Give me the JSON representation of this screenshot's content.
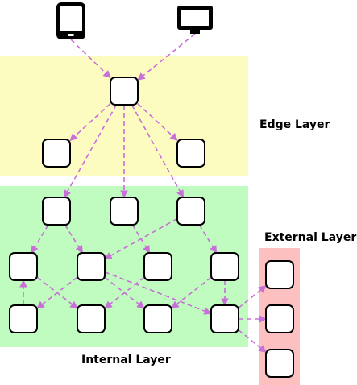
{
  "layers": {
    "edge": {
      "label": "Edge Layer",
      "color": "#fcfcc0"
    },
    "internal": {
      "label": "Internal Layer",
      "color": "#c0fcc0"
    },
    "external": {
      "label": "External Layer",
      "color": "#fcc0c0"
    }
  },
  "colors": {
    "node_fill": "#ffffff",
    "node_stroke": "#000000",
    "arrow": "#c870d8",
    "device": "#000000"
  },
  "devices": [
    {
      "id": "phone",
      "icon": "smartphone-icon"
    },
    {
      "id": "monitor",
      "icon": "monitor-icon"
    }
  ],
  "nodes": [
    {
      "id": "edge-gateway",
      "layer": "edge"
    },
    {
      "id": "edge-left",
      "layer": "edge"
    },
    {
      "id": "edge-right",
      "layer": "edge"
    },
    {
      "id": "int-r1-a",
      "layer": "internal"
    },
    {
      "id": "int-r1-b",
      "layer": "internal"
    },
    {
      "id": "int-r1-c",
      "layer": "internal"
    },
    {
      "id": "int-r2-a",
      "layer": "internal"
    },
    {
      "id": "int-r2-b",
      "layer": "internal"
    },
    {
      "id": "int-r2-c",
      "layer": "internal"
    },
    {
      "id": "int-r2-d",
      "layer": "internal"
    },
    {
      "id": "int-r3-a",
      "layer": "internal"
    },
    {
      "id": "int-r3-b",
      "layer": "internal"
    },
    {
      "id": "int-r3-c",
      "layer": "internal"
    },
    {
      "id": "int-r3-d",
      "layer": "internal"
    },
    {
      "id": "ext-1",
      "layer": "external"
    },
    {
      "id": "ext-2",
      "layer": "external"
    },
    {
      "id": "ext-3",
      "layer": "external"
    }
  ],
  "edges": [
    [
      "phone",
      "edge-gateway"
    ],
    [
      "monitor",
      "edge-gateway"
    ],
    [
      "edge-gateway",
      "edge-left"
    ],
    [
      "edge-gateway",
      "edge-right"
    ],
    [
      "edge-gateway",
      "int-r1-a"
    ],
    [
      "edge-gateway",
      "int-r1-b"
    ],
    [
      "edge-gateway",
      "int-r1-c"
    ],
    [
      "int-r1-a",
      "int-r2-a"
    ],
    [
      "int-r1-a",
      "int-r2-b"
    ],
    [
      "int-r1-b",
      "int-r2-c"
    ],
    [
      "int-r1-c",
      "int-r2-b"
    ],
    [
      "int-r1-c",
      "int-r2-d"
    ],
    [
      "int-r2-a",
      "int-r3-b"
    ],
    [
      "int-r3-a",
      "int-r2-a"
    ],
    [
      "int-r2-b",
      "int-r3-a"
    ],
    [
      "int-r2-b",
      "int-r3-d"
    ],
    [
      "int-r2-b",
      "int-r3-c"
    ],
    [
      "int-r2-c",
      "int-r3-b"
    ],
    [
      "int-r2-d",
      "int-r3-c"
    ],
    [
      "int-r2-d",
      "int-r3-d"
    ],
    [
      "int-r3-d",
      "ext-1"
    ],
    [
      "int-r3-d",
      "ext-2"
    ],
    [
      "int-r3-d",
      "ext-3"
    ]
  ]
}
